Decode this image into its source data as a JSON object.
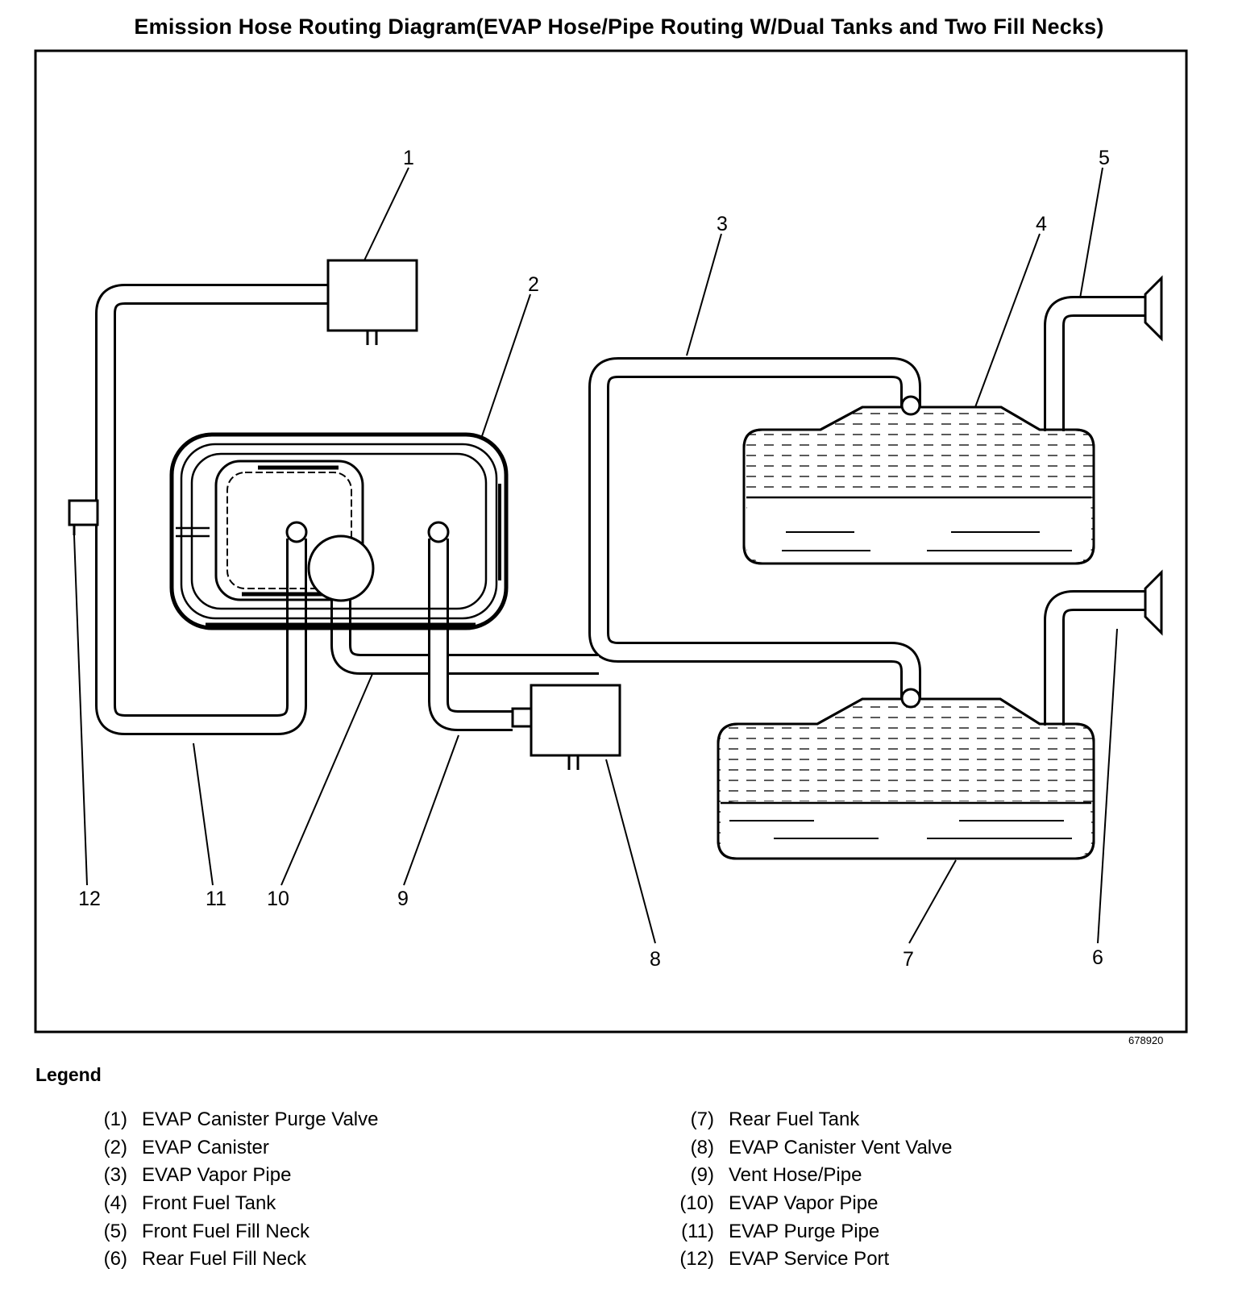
{
  "title": "Emission Hose Routing Diagram(EVAP Hose/Pipe Routing W/Dual Tanks and Two Fill Necks)",
  "figure_id": "678920",
  "callouts": [
    "1",
    "2",
    "3",
    "4",
    "5",
    "6",
    "7",
    "8",
    "9",
    "10",
    "11",
    "12"
  ],
  "legend": {
    "heading": "Legend",
    "left": [
      {
        "num": "(1)",
        "label": "EVAP Canister Purge Valve"
      },
      {
        "num": "(2)",
        "label": "EVAP Canister"
      },
      {
        "num": "(3)",
        "label": "EVAP Vapor Pipe"
      },
      {
        "num": "(4)",
        "label": "Front Fuel Tank"
      },
      {
        "num": "(5)",
        "label": "Front Fuel Fill Neck"
      },
      {
        "num": "(6)",
        "label": "Rear Fuel Fill Neck"
      }
    ],
    "right": [
      {
        "num": "(7)",
        "label": "Rear Fuel Tank"
      },
      {
        "num": "(8)",
        "label": "EVAP Canister Vent Valve"
      },
      {
        "num": "(9)",
        "label": "Vent Hose/Pipe"
      },
      {
        "num": "(10)",
        "label": "EVAP Vapor Pipe"
      },
      {
        "num": "(11)",
        "label": "EVAP Purge Pipe"
      },
      {
        "num": "(12)",
        "label": "EVAP Service Port"
      }
    ]
  }
}
